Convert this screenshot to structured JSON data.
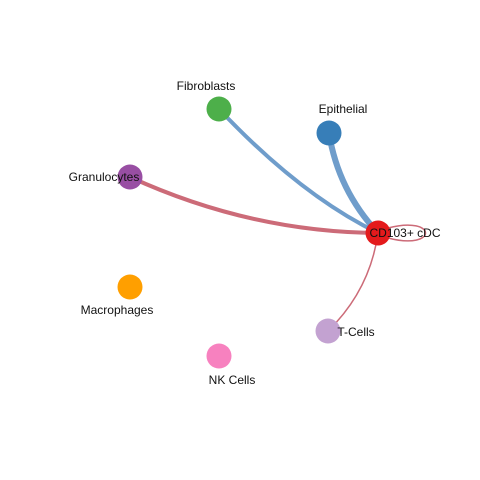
{
  "graph": {
    "nodes": [
      {
        "id": "fibroblasts",
        "label": "Fibroblasts",
        "color": "#4daf4a"
      },
      {
        "id": "epithelial",
        "label": "Epithelial",
        "color": "#377eb8"
      },
      {
        "id": "granulocytes",
        "label": "Granulocytes",
        "color": "#984ea3"
      },
      {
        "id": "cd103",
        "label": "CD103+ cDC",
        "color": "#e41a1c"
      },
      {
        "id": "macrophages",
        "label": "Macrophages",
        "color": "#ff9f00"
      },
      {
        "id": "tcells",
        "label": "T-Cells",
        "color": "#c3a2d1"
      },
      {
        "id": "nkcells",
        "label": "NK Cells",
        "color": "#f781bf"
      }
    ],
    "edges": [
      {
        "from": "fibroblasts",
        "to": "cd103",
        "color": "#6f9dcb",
        "weight": 4
      },
      {
        "from": "epithelial",
        "to": "cd103",
        "color": "#6f9dcb",
        "weight": 6
      },
      {
        "from": "granulocytes",
        "to": "cd103",
        "color": "#cc6b78",
        "weight": 4
      },
      {
        "from": "cd103",
        "to": "tcells",
        "color": "#cc6b78",
        "weight": 1.5
      },
      {
        "from": "cd103",
        "to": "cd103",
        "color": "#cc6b78",
        "weight": 1.5
      }
    ]
  }
}
